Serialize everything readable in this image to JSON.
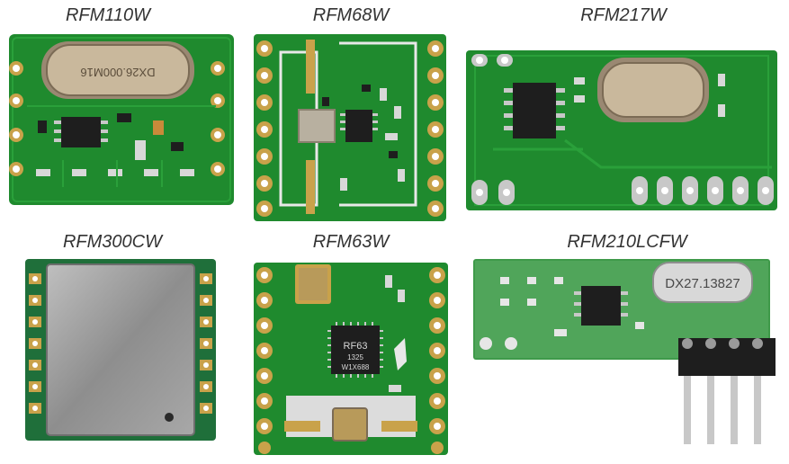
{
  "colors": {
    "pcb_green": "#1f8a2e",
    "pcb_dark": "#166b22",
    "trace": "#2aa03a",
    "gold": "#c9a24a",
    "silver": "#c8c8c8",
    "chip": "#1e1e1e",
    "label_text": "#333333"
  },
  "modules": [
    {
      "name": "RFM110W",
      "crystal_text": "DX26.000M16"
    },
    {
      "name": "RFM68W",
      "crystal_text": ""
    },
    {
      "name": "RFM217W",
      "crystal_text": ""
    },
    {
      "name": "RFM300CW",
      "crystal_text": ""
    },
    {
      "name": "RFM63W",
      "chip_text": [
        "RF63",
        "1325",
        "W1X688"
      ]
    },
    {
      "name": "RFM210LCFW",
      "crystal_text": "DX27.13827"
    }
  ]
}
